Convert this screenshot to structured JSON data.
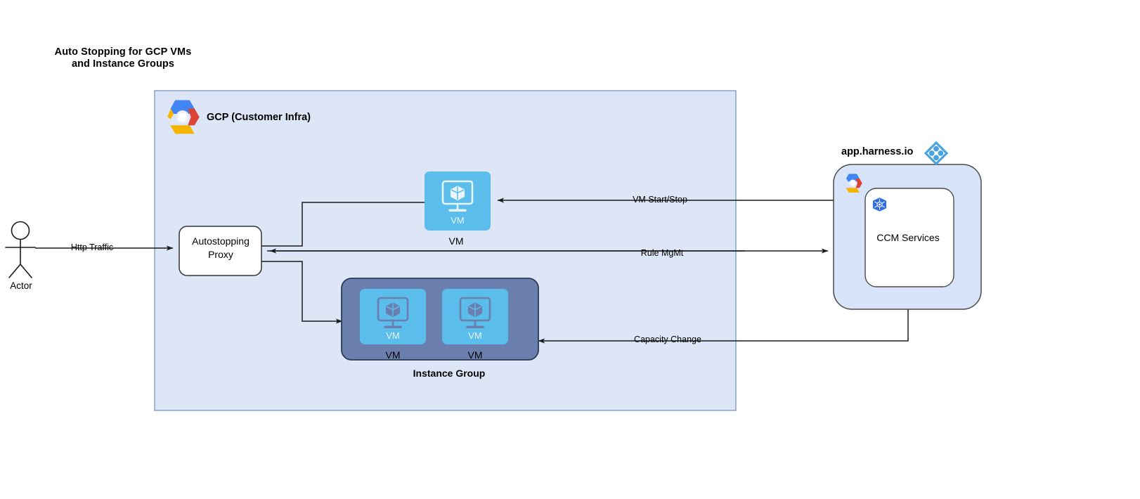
{
  "diagram": {
    "title": "Auto Stopping for GCP VMs\nand Instance Groups",
    "background": "#ffffff"
  },
  "actor": {
    "name": "actor-stick-figure",
    "label": "Actor"
  },
  "gcp_container": {
    "label": "GCP (Customer Infra)",
    "fill": "#dce6f7",
    "stroke": "#7d94bd",
    "logo": "gcp-logo-icon"
  },
  "proxy": {
    "label": "Autostopping\nProxy",
    "fill": "#ffffff",
    "stroke": "#333333"
  },
  "vm_single": {
    "tile_text": "VM",
    "caption": "VM",
    "fill": "#5bbdec",
    "icon": "vm-monitor-cube-icon"
  },
  "instance_group": {
    "caption": "Instance Group",
    "fill": "#6a7fad",
    "stroke": "#2b3b54",
    "vms": [
      {
        "tile_text": "VM",
        "caption": "VM"
      },
      {
        "tile_text": "VM",
        "caption": "VM"
      }
    ],
    "tile_fill": "#5bbdec"
  },
  "harness": {
    "label": "app.harness.io",
    "logo": "harness-diamond-logo-icon",
    "panel_fill": "#d6e3f8",
    "panel_stroke": "#4a4a4a",
    "gcp_logo": "gcp-logo-icon",
    "inner": {
      "label": "CCM Services",
      "fill": "#ffffff",
      "stroke": "#4a4a4a",
      "icon": "kubernetes-helm-icon"
    }
  },
  "edges": [
    {
      "id": "http-traffic",
      "label": "Http Traffic"
    },
    {
      "id": "vm-start-stop",
      "label": "VM Start/Stop"
    },
    {
      "id": "rule-mgmt",
      "label": "Rule MgMt"
    },
    {
      "id": "capacity-change",
      "label": "Capacity Change"
    }
  ],
  "colors": {
    "edge_stroke": "#1a1a1a",
    "gcp_blue": "#4285f4",
    "gcp_red": "#db4437",
    "gcp_yellow": "#f4b400",
    "gcp_center": "#eceff1",
    "harness_blue": "#4aa3df",
    "k8s_blue": "#326ce5",
    "vm_blue": "#5bbdec",
    "ig_slate": "#6a7fad"
  }
}
